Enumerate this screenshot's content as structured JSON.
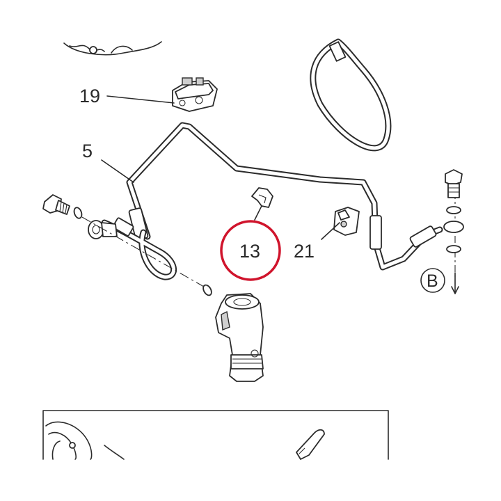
{
  "callouts": [
    {
      "id": "19",
      "text": "19"
    },
    {
      "id": "5",
      "text": "5"
    },
    {
      "id": "13",
      "text": "13"
    },
    {
      "id": "21",
      "text": "21"
    }
  ],
  "view_marker": {
    "text": "B"
  },
  "highlight": {
    "callout": "13",
    "color": "#d0142c"
  },
  "colors": {
    "line": "#2b2b2b",
    "highlight": "#d0142c",
    "background": "#ffffff"
  }
}
